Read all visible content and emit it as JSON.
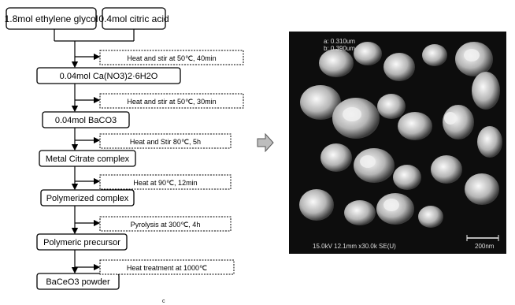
{
  "flowchart": {
    "inputs": [
      "1.8mol ethylene glycol",
      "0.4mol citric acid"
    ],
    "steps": [
      "0.04mol Ca(NO3)2·6H2O",
      "0.04mol BaCO3",
      "Metal Citrate complex",
      "Polymerized complex",
      "Polymeric precursor",
      "BaCeO3 powder"
    ],
    "conditions": [
      "Heat and stir at 50℃, 40min",
      "Heat and stir at 50℃, 30min",
      "Heat and Stir 80℃, 5h",
      "Heat at 90℃, 12min",
      "Pyrolysis at 300℃, 4h",
      "Heat treatment at 1000℃"
    ],
    "footer_mark": "c"
  },
  "arrow": {
    "icon": "right-arrow-icon"
  },
  "sem_image": {
    "info_top": [
      "a: 0.310um",
      "b: 0.390um"
    ],
    "info_bottom": "15.0kV 12.1mm x30.0k SE(U)",
    "scale_label": "200nm"
  }
}
